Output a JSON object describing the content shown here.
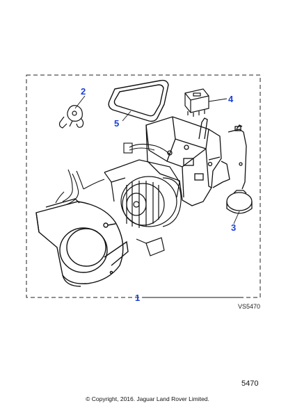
{
  "diagram": {
    "callouts": [
      {
        "id": "1",
        "label": "1"
      },
      {
        "id": "2",
        "label": "2"
      },
      {
        "id": "3",
        "label": "3"
      },
      {
        "id": "4",
        "label": "4"
      },
      {
        "id": "5",
        "label": "5"
      }
    ],
    "drawing_ref": "VS5470",
    "callout_color": "#1a3fd6"
  },
  "footer": {
    "page_number": "5470",
    "copyright": "© Copyright, 2016. Jaguar Land Rover Limited."
  }
}
